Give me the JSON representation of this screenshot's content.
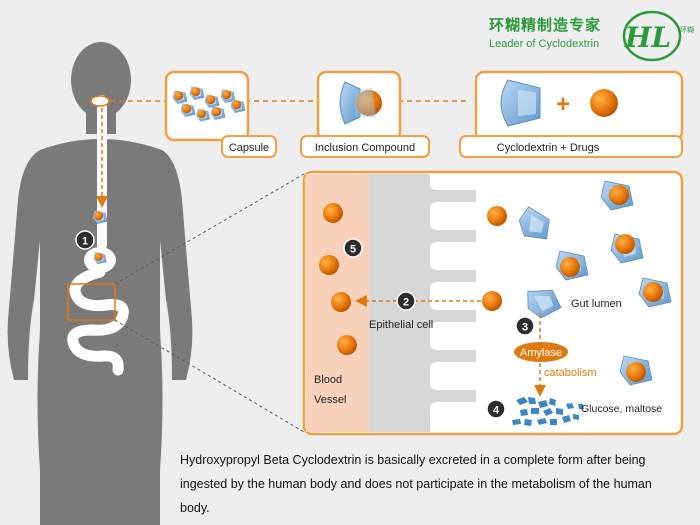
{
  "brand": {
    "name_cn": "环糊精制造专家",
    "tagline": "Leader of Cyclodextrin",
    "logo_letters": "HL",
    "logo_side_text": "环糊"
  },
  "top_panels": {
    "capsule": "Capsule",
    "inclusion": "Inclusion Compound",
    "separate": "Cyclodextrin +  Drugs"
  },
  "detail": {
    "blood_vessel_line1": "Blood",
    "blood_vessel_line2": "Vessel",
    "epithelial": "Epithelial cell",
    "gut_lumen": "Gut lumen",
    "amylase": "Amylase",
    "catabolism": "catabolism",
    "glucose": "Glucose, maltose"
  },
  "steps": [
    "1",
    "2",
    "3",
    "4",
    "5"
  ],
  "caption": "Hydroxypropyl Beta Cyclodextrin is basically excreted in a complete form after being ingested by the human body and does not participate in the metabolism of the human body.",
  "colors": {
    "orange": "#e07a10",
    "panel_border": "#f0a040",
    "blood": "#f9d2bc",
    "epithelium": "#d7d7d7",
    "cyclodextrin": "#7fb2de",
    "body": "#7a7a7a",
    "brand_green": "#2a9a3a"
  }
}
